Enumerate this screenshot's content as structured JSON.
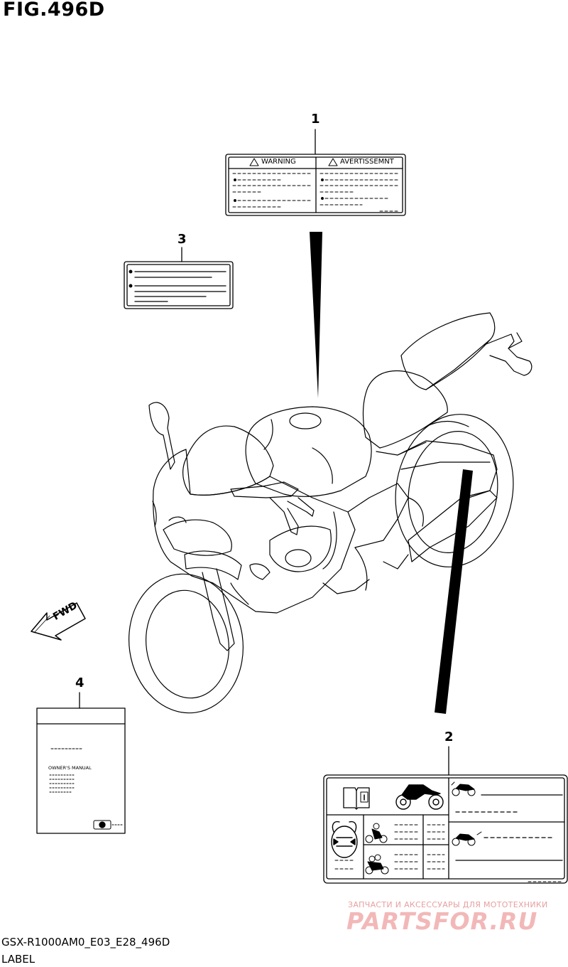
{
  "figure_title": "FIG.496D",
  "footer": {
    "model_code": "GSX-R1000AM0_E03_E28_496D",
    "section_name": "LABEL"
  },
  "callouts": [
    "1",
    "2",
    "3",
    "4"
  ],
  "label_1": {
    "left_header": "WARNING",
    "right_header": "AVERTISSEMNT"
  },
  "label_4": {
    "manual_title": "OWNER'S MANUAL"
  },
  "direction_marker": "FWD",
  "watermark": {
    "tagline": "ЗАПЧАСТИ И АКСЕССУАРЫ ДЛЯ МОТОТЕХНИКИ",
    "logo": "PARTSFOR.RU"
  },
  "colors": {
    "line": "#000000",
    "watermark": "#f2b8b8"
  }
}
